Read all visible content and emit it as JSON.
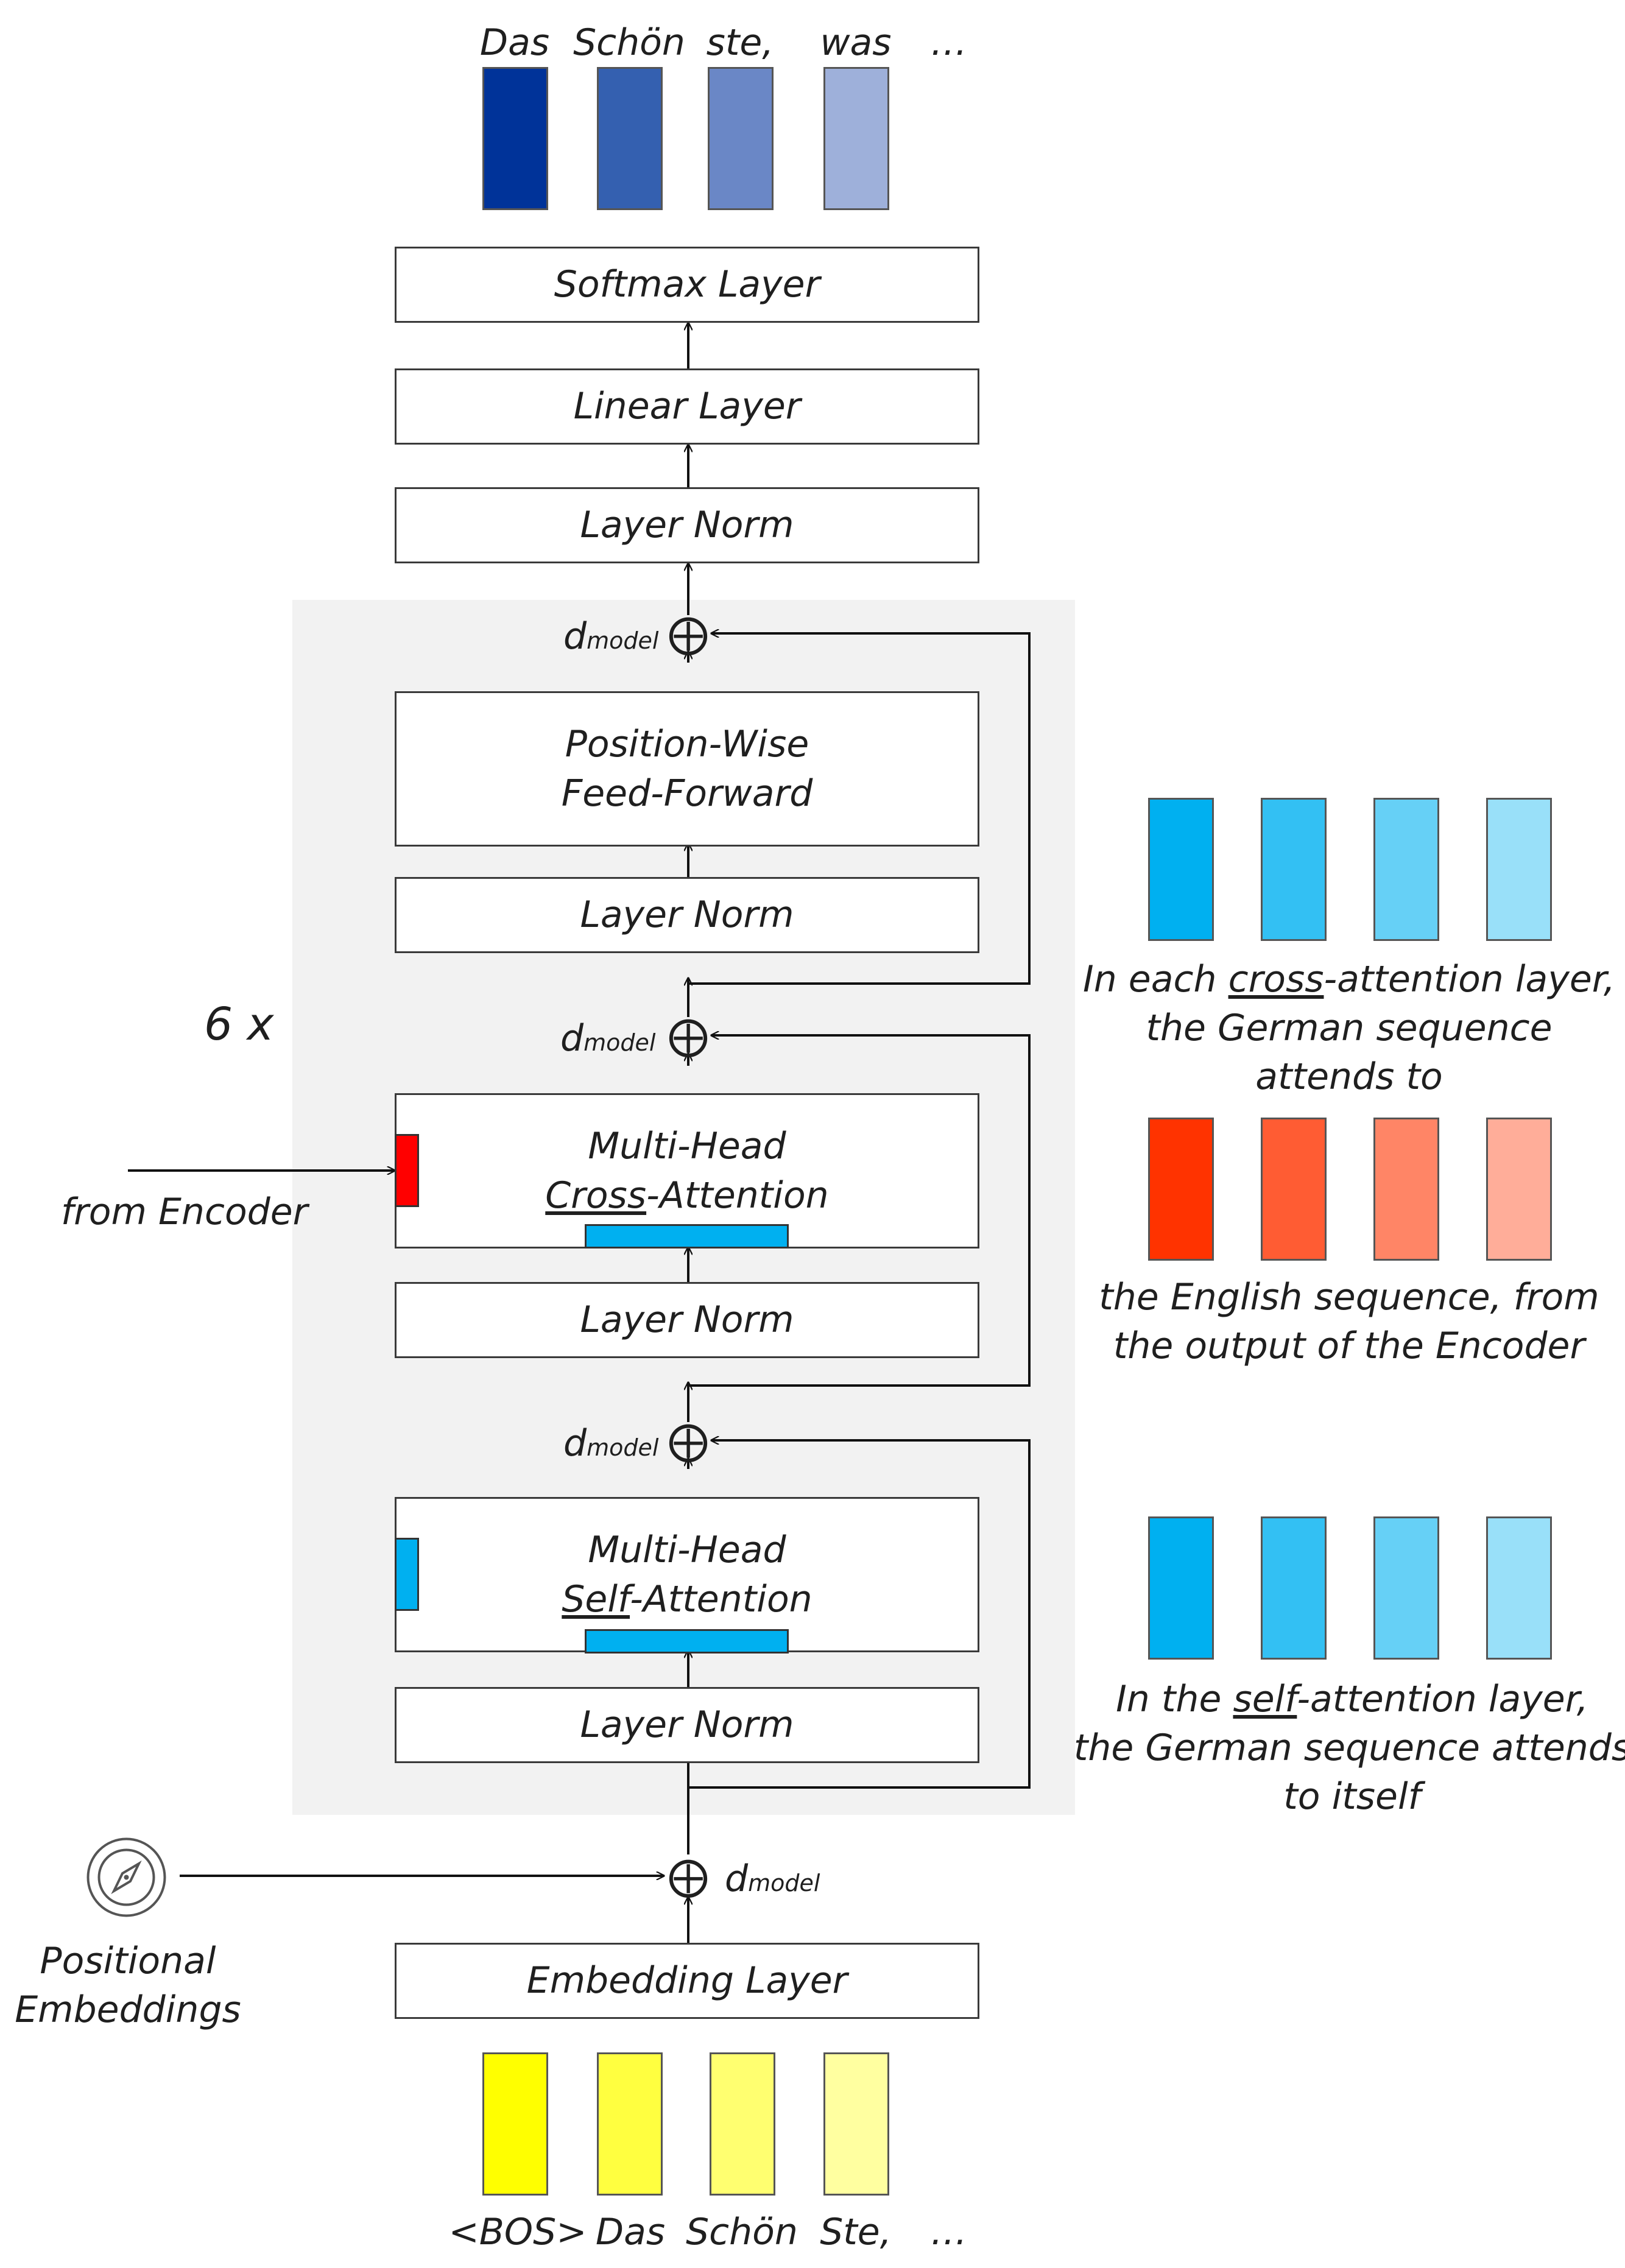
{
  "output_tokens": {
    "labels": [
      "Das",
      "Schön",
      "ste,",
      "was",
      "…"
    ],
    "colors": [
      "#003399",
      "#3460b0",
      "#6a87c6",
      "#9eb0da"
    ]
  },
  "input_tokens": {
    "labels": [
      "<BOS>",
      "Das",
      "Schön",
      "Ste,",
      "…"
    ],
    "colors": [
      "#ffff00",
      "#ffff40",
      "#ffff70",
      "#ffffa0"
    ]
  },
  "layers": {
    "softmax": "Softmax Layer",
    "linear": "Linear Layer",
    "layer_norm": "Layer Norm",
    "ffn_line1": "Position-Wise",
    "ffn_line2": "Feed-Forward",
    "mha": "Multi-Head",
    "cross_underlined": "Cross",
    "cross_rest": "-Attention",
    "self_underlined": "Self",
    "self_rest": "-Attention",
    "embedding": "Embedding Layer"
  },
  "dmodel": {
    "d": "d",
    "sub": "model"
  },
  "repeat_label": "6 x",
  "from_encoder": "from Encoder",
  "positional": {
    "line1": "Positional",
    "line2": "Embeddings",
    "icon": "compass-icon"
  },
  "cross_note": {
    "l1a": "In each ",
    "l1u": "cross",
    "l1b": "-attention layer,",
    "l2": "the German sequence",
    "l3": "attends to",
    "colors_blue": [
      "#00b0f0",
      "#33c0f3",
      "#66d0f6",
      "#99e0f9"
    ],
    "colors_red": [
      "#ff3300",
      "#ff5c33",
      "#ff8566",
      "#ffad99"
    ],
    "l4": "the English sequence, from",
    "l5": "the output of the Encoder"
  },
  "self_note": {
    "l1a": "In the ",
    "l1u": "self",
    "l1b": "-attention layer,",
    "l2": "the German sequence attends",
    "l3": "to itself",
    "colors_blue": [
      "#00b0f0",
      "#33c0f3",
      "#66d0f6",
      "#99e0f9"
    ]
  },
  "colors": {
    "decoder_blue": "#00b0f0",
    "encoder_red": "#ff0000"
  }
}
